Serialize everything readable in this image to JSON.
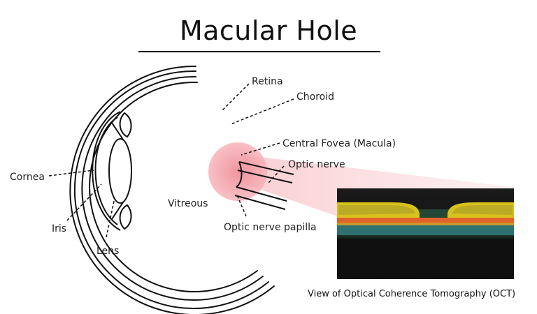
{
  "title": "Macular Hole",
  "labels": {
    "retina": "Retina",
    "choroid": "Choroid",
    "central_fovea": "Central Fovea (Macula)",
    "optic_nerve": "Optic nerve",
    "cornea": "Cornea",
    "vitreous": "Vitreous",
    "optic_nerve_papilla": "Optic nerve papilla",
    "iris": "Iris",
    "lens": "Lens"
  },
  "caption": "View of Optical Coherence Tomography (OCT)",
  "colors": {
    "highlight": "#f4a3ab",
    "oct_background": "#141414",
    "oct_retina_yellow": "#d8c21c",
    "oct_retina_green": "#3f8f5c",
    "oct_rpe_orange": "#e0622a"
  }
}
